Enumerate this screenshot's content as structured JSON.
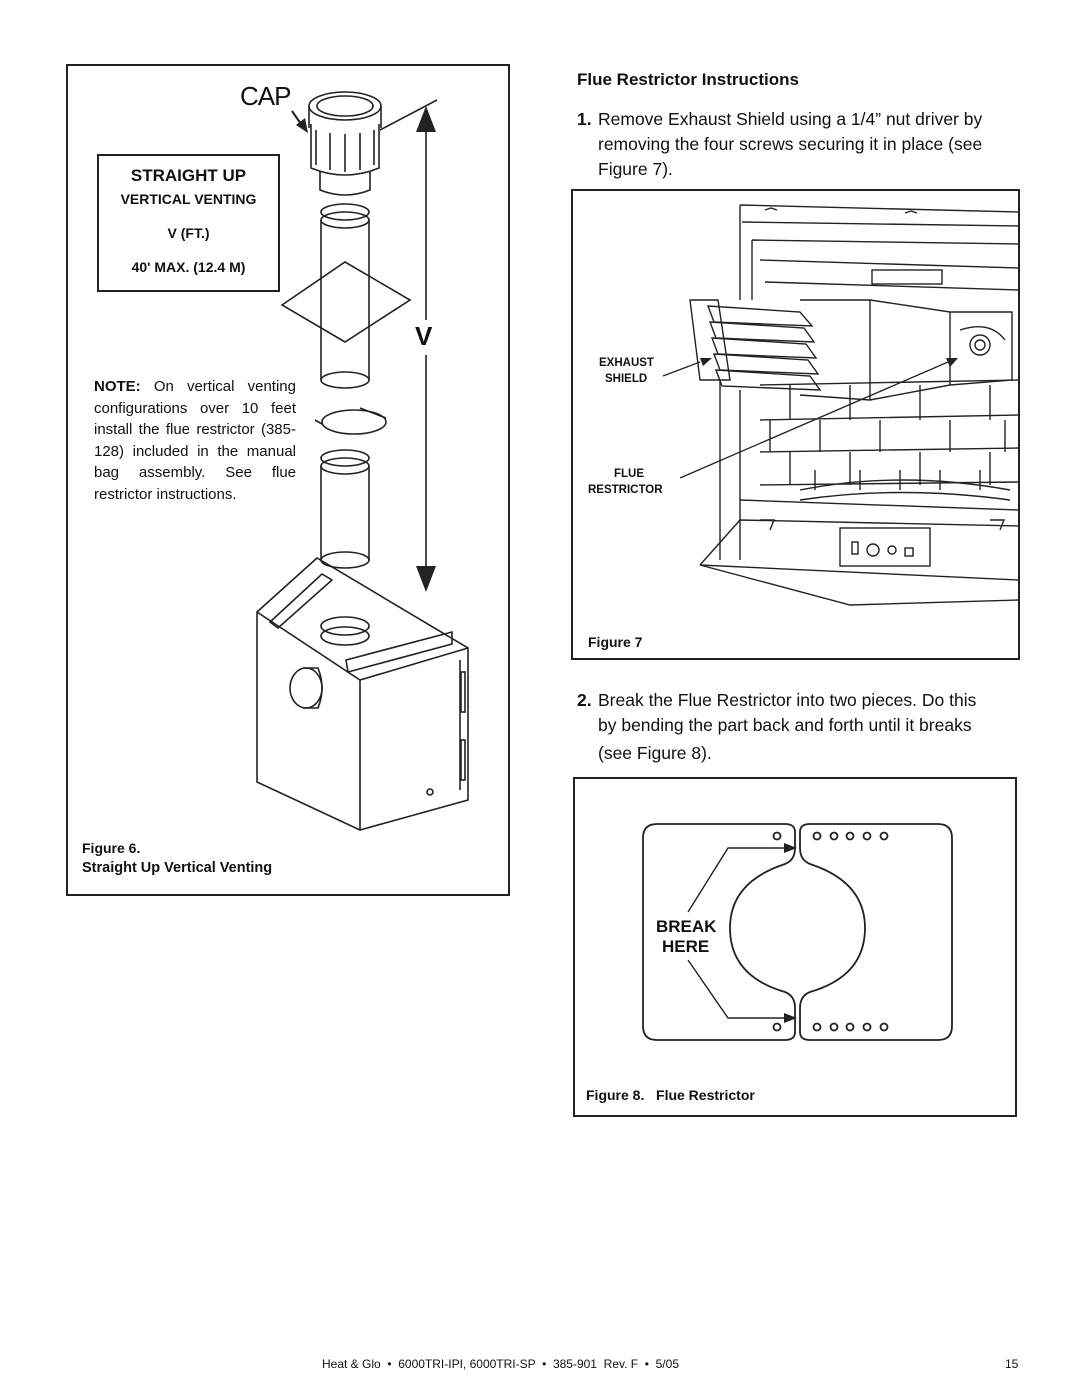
{
  "figure6": {
    "cap_label": "CAP",
    "v_label": "V",
    "straight_up": {
      "title": "STRAIGHT UP",
      "subtitle": "VERTICAL VENTING",
      "v_ft": "V (FT.)",
      "max": "40' MAX. (12.4 M)"
    },
    "note": {
      "label": "NOTE:",
      "text": " On vertical venting configurations over 10 feet install the flue restrictor (385-128) included in the manual bag assembly. See flue restrictor instructions."
    },
    "caption_line1": "Figure 6.",
    "caption_line2": "Straight Up Vertical Venting"
  },
  "section": {
    "heading": "Flue Restrictor Instructions",
    "step1": {
      "num": "1.",
      "lines": [
        "Remove Exhaust Shield using a 1/4” nut driver by",
        "removing the four screws securing it in place (see",
        "Figure 7)."
      ]
    },
    "step2": {
      "num": "2.",
      "lines": [
        "Break the Flue Restrictor into two pieces. Do this",
        "by bending the part back and forth until it breaks",
        "(see Figure 8)."
      ]
    }
  },
  "figure7": {
    "label_exhaust": "EXHAUST",
    "label_shield": "SHIELD",
    "label_flue": "FLUE",
    "label_restrictor": "RESTRICTOR",
    "caption": "Figure 7"
  },
  "figure8": {
    "label_break": "BREAK",
    "label_here": "HERE",
    "caption": "Figure 8.   Flue Restrictor"
  },
  "footer": {
    "text": "Heat & Glo  •  6000TRI-IPI, 6000TRI-SP  •  385-901  Rev. F  •  5/05",
    "page": "15"
  }
}
